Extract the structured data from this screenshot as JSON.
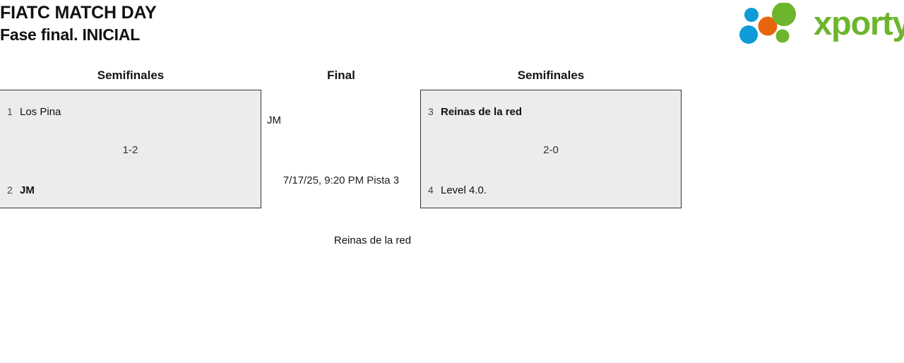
{
  "header": {
    "title_line_1": "FIATC MATCH DAY",
    "title_line_2": "Fase final. INICIAL"
  },
  "logo": {
    "wordmark": "xporty",
    "colors": {
      "green": "#6cb52d",
      "blue": "#0f9bd8",
      "orange": "#e8650d"
    }
  },
  "bracket": {
    "rounds": [
      {
        "key": "semifinal-left",
        "label": "Semifinales"
      },
      {
        "key": "final",
        "label": "Final"
      },
      {
        "key": "semifinal-right",
        "label": "Semifinales"
      }
    ],
    "matches": [
      {
        "key": "semifinal-left",
        "round_label": "Semifinales",
        "score": "1-2",
        "competitors": [
          {
            "seed": "1",
            "name": "Los Pina",
            "winner": false
          },
          {
            "seed": "2",
            "name": "JM",
            "winner": true
          }
        ]
      },
      {
        "key": "semifinal-right",
        "round_label": "Semifinales",
        "score": "2-0",
        "competitors": [
          {
            "seed": "3",
            "name": "Reinas de la red",
            "winner": true
          },
          {
            "seed": "4",
            "name": "Level 4.0.",
            "winner": false
          }
        ]
      }
    ],
    "final": {
      "round_label": "Final",
      "competitor_top": "JM",
      "competitor_bottom": "Reinas de la red",
      "schedule": "7/17/25, 9:20 PM Pista 3"
    }
  },
  "theme": {
    "box_background": "#ececec",
    "box_border": "#333333",
    "text": "#111111"
  }
}
